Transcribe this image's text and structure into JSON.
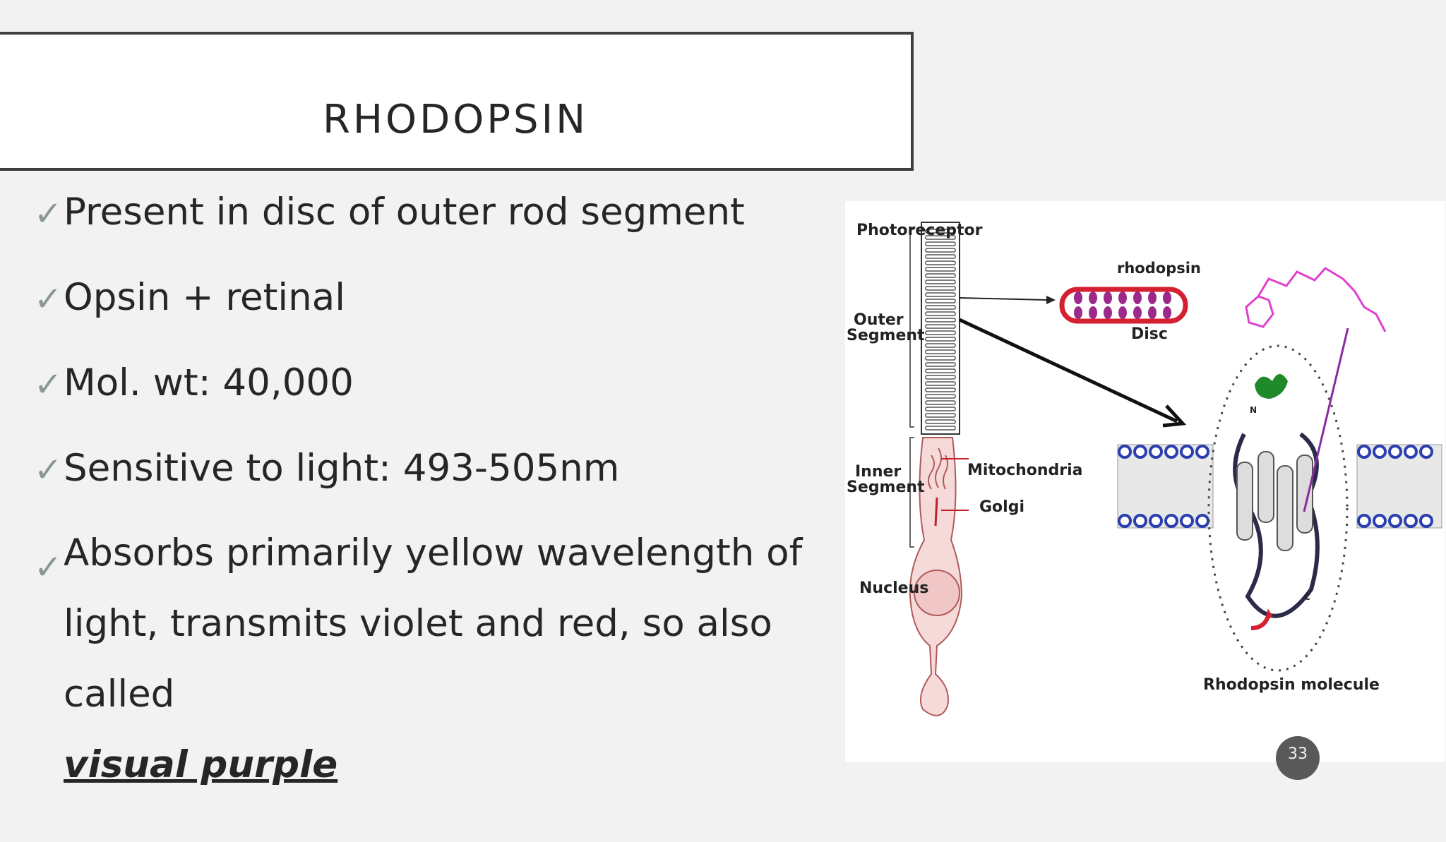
{
  "slide": {
    "title": "RHODOPSIN",
    "page_number": "33"
  },
  "bullets": {
    "check": "✓",
    "b1": "Present in disc of outer rod segment",
    "b2": "Opsin + retinal",
    "b3": "Mol. wt: 40,000",
    "b4": "Sensitive to light: 493-505nm",
    "b5_text": "Absorbs primarily yellow wavelength of light, transmits violet and red, so also called",
    "b5_emphasis": "visual purple"
  },
  "figure": {
    "photoreceptor": "Photoreceptor",
    "outer_segment_1": "Outer",
    "outer_segment_2": "Segment",
    "inner_segment_1": "Inner",
    "inner_segment_2": "Segment",
    "nucleus": "Nucleus",
    "rhodopsin": "rhodopsin",
    "disc": "Disc",
    "mitochondria": "Mitochondria",
    "golgi": "Golgi",
    "molecule": "Rhodopsin molecule",
    "n_label": "N",
    "c_label": "C"
  },
  "colors": {
    "disc_red": "#d42030",
    "rhodopsin_purple": "#9b2a8a",
    "retinal_magenta": "#e040d0",
    "lipid_blue": "#2a3fae",
    "helix_green": "#1f8a2a"
  }
}
